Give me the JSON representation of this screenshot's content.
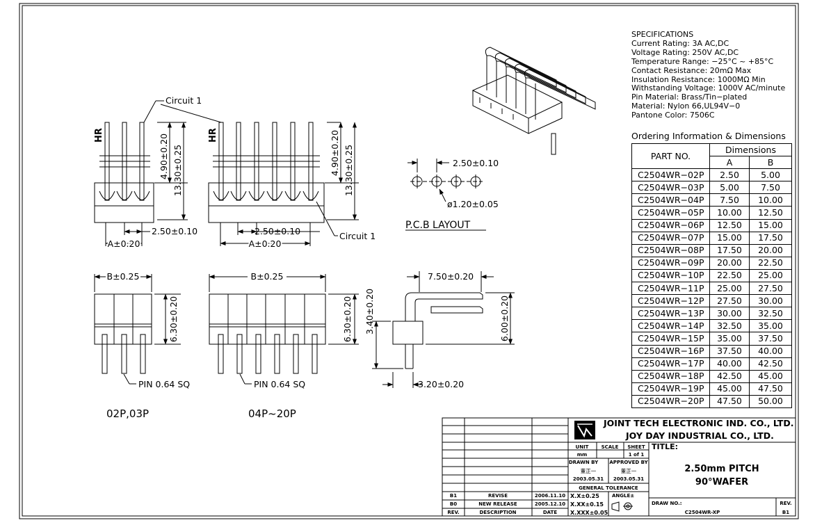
{
  "specifications": {
    "heading": "SPECIFICATIONS",
    "lines": [
      "Current Rating: 3A AC,DC",
      "Voltage Rating: 250V AC,DC",
      "Temperature Range: −25°C ~ +85°C",
      "Contact Resistance: 20mΩ Max",
      "Insulation Resistance: 1000MΩ Min",
      "Withstanding Voltage: 1000V AC/minute",
      "Pin Material: Brass/Tin−plated",
      "Material: Nylon 66,UL94V−0",
      "Pantone Color: 7506C"
    ]
  },
  "ordering": {
    "title": "Ordering Information & Dimensions",
    "part_no_header": "PART NO.",
    "dimensions_header": "Dimensions",
    "col_a": "A",
    "col_b": "B",
    "rows": [
      [
        "C2504WR−02P",
        "2.50",
        "5.00"
      ],
      [
        "C2504WR−03P",
        "5.00",
        "7.50"
      ],
      [
        "C2504WR−04P",
        "7.50",
        "10.00"
      ],
      [
        "C2504WR−05P",
        "10.00",
        "12.50"
      ],
      [
        "C2504WR−06P",
        "12.50",
        "15.00"
      ],
      [
        "C2504WR−07P",
        "15.00",
        "17.50"
      ],
      [
        "C2504WR−08P",
        "17.50",
        "20.00"
      ],
      [
        "C2504WR−09P",
        "20.00",
        "22.50"
      ],
      [
        "C2504WR−10P",
        "22.50",
        "25.00"
      ],
      [
        "C2504WR−11P",
        "25.00",
        "27.50"
      ],
      [
        "C2504WR−12P",
        "27.50",
        "30.00"
      ],
      [
        "C2504WR−13P",
        "30.00",
        "32.50"
      ],
      [
        "C2504WR−14P",
        "32.50",
        "35.00"
      ],
      [
        "C2504WR−15P",
        "35.00",
        "37.50"
      ],
      [
        "C2504WR−16P",
        "37.50",
        "40.00"
      ],
      [
        "C2504WR−17P",
        "40.00",
        "42.50"
      ],
      [
        "C2504WR−18P",
        "42.50",
        "45.00"
      ],
      [
        "C2504WR−19P",
        "45.00",
        "47.50"
      ],
      [
        "C2504WR−20P",
        "47.50",
        "50.00"
      ]
    ]
  },
  "drawing": {
    "circuit1": "Circuit 1",
    "hr": "HR",
    "dim_490": "4.90±0.20",
    "dim_1330": "13.30±0.25",
    "dim_250": "2.50±0.10",
    "dim_a": "A±0.20",
    "dim_b": "B±0.25",
    "dim_630": "6.30±0.20",
    "pin": "PIN 0.64 SQ",
    "label_small": "02P,03P",
    "label_large": "04P~20P",
    "pcb_pitch": "2.50±0.10",
    "pcb_hole": "ø1.20±0.05",
    "pcb_title": "P.C.B LAYOUT",
    "dim_750": "7.50±0.20",
    "dim_340": "3.40±0.20",
    "dim_600": "6.00±0.20",
    "dim_320": "3.20±0.20"
  },
  "title_block": {
    "company1": "JOINT TECH ELECTRONIC IND. CO., LTD.",
    "company2": "JOY DAY INDUSTRIAL CO., LTD.",
    "unit_label": "UNIT",
    "unit_value": "mm",
    "scale_label": "SCALE",
    "sheet_label": "SHEET",
    "sheet_value": "1 of 1",
    "title_label": "TITLE:",
    "title_line1": "2.50mm PITCH",
    "title_line2": "90°WAFER",
    "drawn_by": "DRAWN BY",
    "approved_by": "APPROVED BY",
    "drawn_name": "董正一",
    "approved_name": "董正一",
    "drawn_date": "2003.05.31",
    "approved_date": "2003.05.31",
    "general_tolerance": "GENERAL TOLERANCE",
    "tol1": "X.X±0.25",
    "tol2": "X.XX±0.15",
    "tol3": "X.XXX±0.05",
    "angle": "ANGLE±",
    "draw_no_label": "DRAW NO.:",
    "draw_no_value": "C2504WR-XP",
    "rev_label": "REV.",
    "rev_value": "B1",
    "rev_b1": "B1",
    "rev_b0": "B0",
    "desc_b1": "REVISE",
    "desc_b0": "NEW RELEASE",
    "date_b1": "2006.11.10",
    "date_b0": "2005.12.10",
    "hdr_rev": "REV.",
    "hdr_desc": "DESCRIPTION",
    "hdr_date": "DATE"
  }
}
